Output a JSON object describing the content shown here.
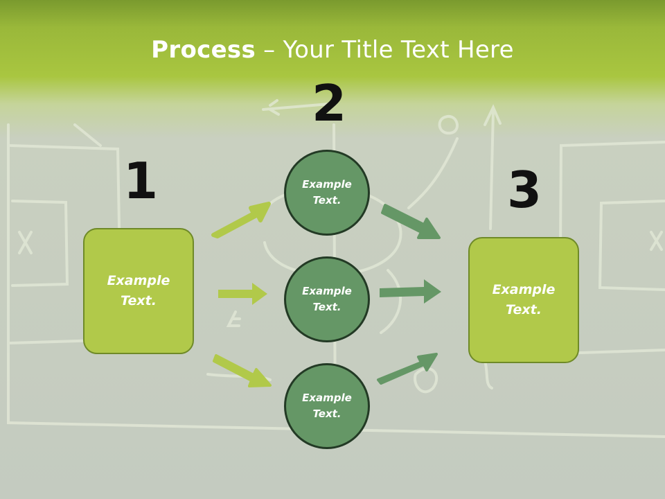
{
  "title": {
    "bold": "Process",
    "rest": " – Your Title Text Here"
  },
  "steps": {
    "one": "1",
    "two": "2",
    "three": "3"
  },
  "box_left": {
    "line1": "Example",
    "line2": "Text."
  },
  "box_right": {
    "line1": "Example",
    "line2": "Text."
  },
  "circles": [
    {
      "line1": "Example",
      "line2": "Text."
    },
    {
      "line1": "Example",
      "line2": "Text."
    },
    {
      "line1": "Example",
      "line2": "Text."
    }
  ],
  "colors": {
    "box_fill": "#b1c94a",
    "circle_fill": "#659766",
    "arrow_light": "#b1c94a",
    "arrow_dark": "#659766",
    "header": "#a9c640"
  }
}
